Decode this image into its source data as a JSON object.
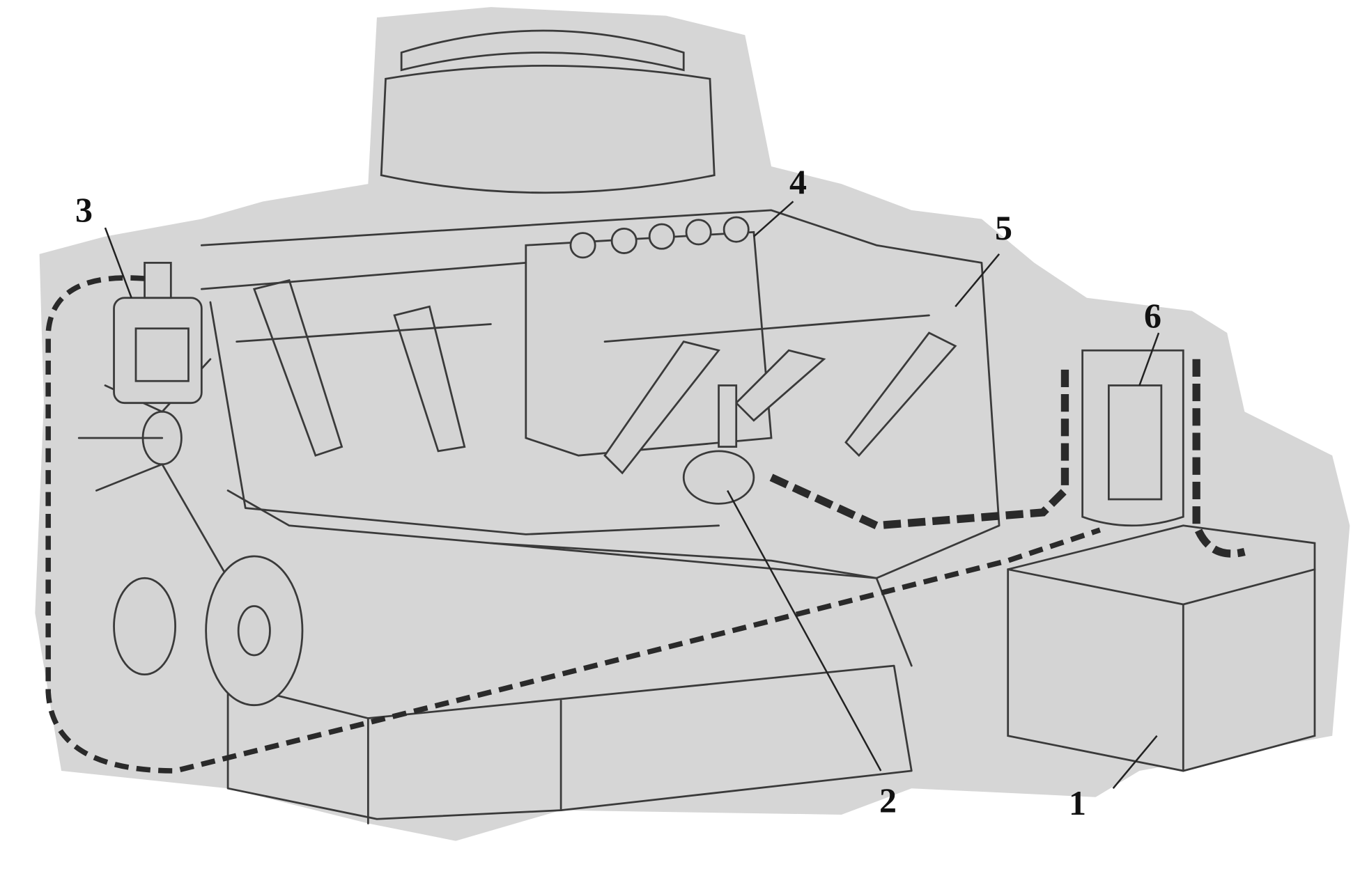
{
  "diagram": {
    "labels": [
      {
        "id": "1",
        "text": "1"
      },
      {
        "id": "2",
        "text": "2"
      },
      {
        "id": "3",
        "text": "3"
      },
      {
        "id": "4",
        "text": "4"
      },
      {
        "id": "5",
        "text": "5"
      },
      {
        "id": "6",
        "text": "6"
      }
    ],
    "colors": {
      "paper": "#d6d6d6",
      "ink": "#2a2a2a",
      "background": "#ffffff"
    }
  }
}
